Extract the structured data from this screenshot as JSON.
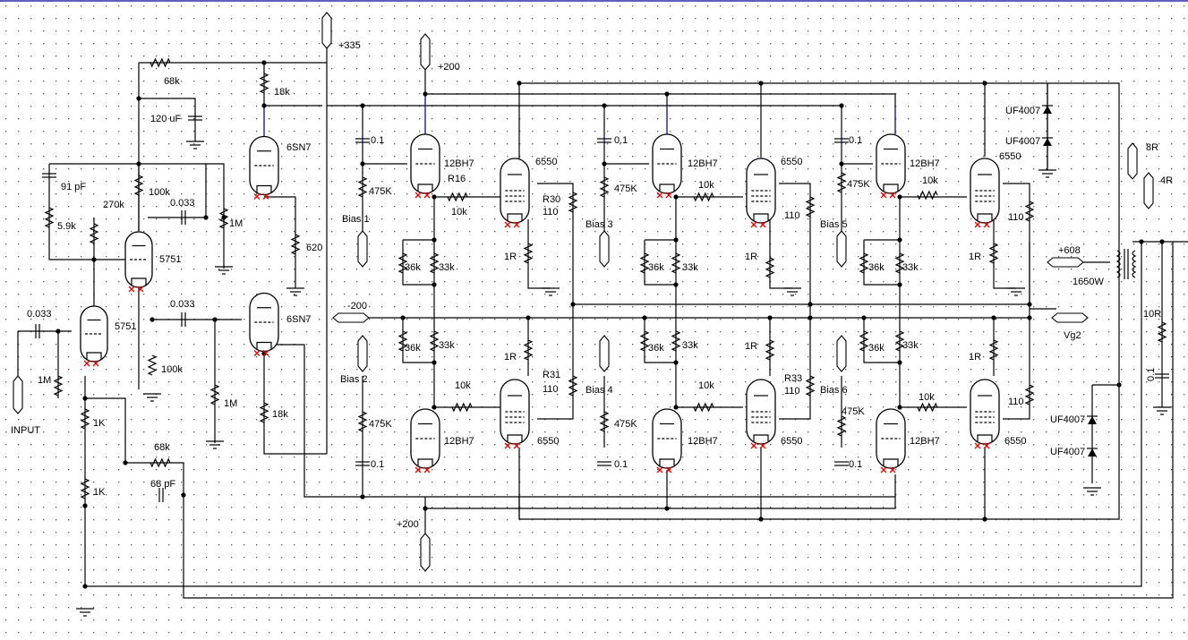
{
  "title": "",
  "supply_labels": {
    "b335": "+335",
    "b200_top": "+200",
    "b200_bottom": "+200",
    "neg200": "-200",
    "b608": "+608",
    "vg2": "Vg2",
    "input": "INPUT"
  },
  "transformer_label": "1650W",
  "output_labels": {
    "tap8": "8R",
    "tap4": "4R"
  },
  "tubes": {
    "v1": "5751",
    "v2": "5751",
    "v3": "6SN7",
    "v4": "6SN7",
    "d1": "12BH7",
    "d2": "12BH7",
    "d3": "12BH7",
    "d4": "12BH7",
    "d5": "12BH7",
    "d6": "12BH7",
    "p1": "6550",
    "p2": "6550",
    "p3": "6550",
    "p4": "6550",
    "p5": "6550",
    "p6": "6550"
  },
  "components": {
    "r68k_top": "68k",
    "c120": "120 uF",
    "r18k_top": "18k",
    "c91": "91 pF",
    "r270k": "270k",
    "r100k_a": "100k",
    "c033_a": "0.033",
    "r59k": "5.9k",
    "r1m_a": "1M",
    "r620": "620",
    "c033_in": "0.033",
    "c033_b": "0.033",
    "r1m_in": "1M",
    "r1k_a": "1K",
    "r1k_b": "1K",
    "r100k_b": "100k",
    "r1m_b": "1M",
    "r18k_b": "18k",
    "r68k_fb": "68k",
    "c68p": "68 pF",
    "c01": "0.1",
    "r475k": "475K",
    "r36k": "36k",
    "r33k": "33k",
    "r10k": "10k",
    "r1r": "1R",
    "r110": "110",
    "r16": "R16",
    "r30": "R30",
    "r31": "R31",
    "r33": "R33",
    "diode": "UF4007",
    "r10r": "10R",
    "c01_out": "0.1"
  },
  "bias_labels": {
    "b1": "Bias 1",
    "b2": "Bias 2",
    "b3": "Bias 3",
    "b4": "Bias 4",
    "b5": "Bias 5",
    "b6": "Bias 6"
  }
}
